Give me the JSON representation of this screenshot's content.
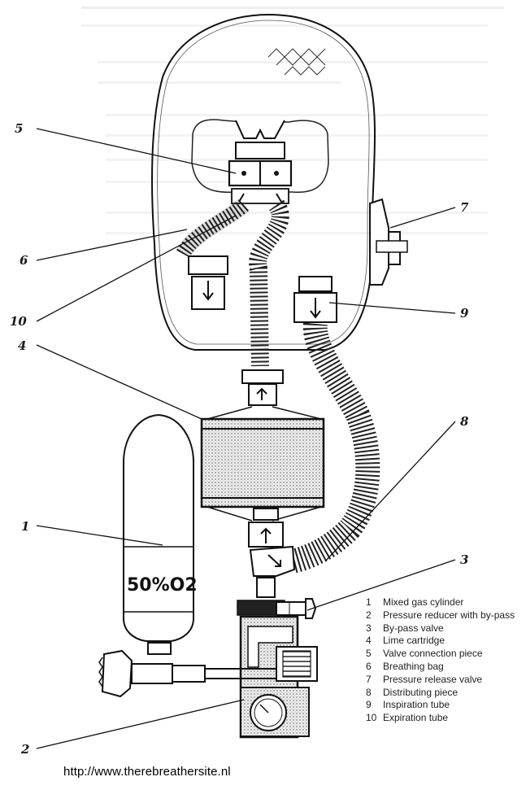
{
  "cylinder_label": "50%O2",
  "callouts": [
    {
      "num": "5"
    },
    {
      "num": "6"
    },
    {
      "num": "10"
    },
    {
      "num": "4"
    },
    {
      "num": "1"
    },
    {
      "num": "2"
    },
    {
      "num": "7"
    },
    {
      "num": "9"
    },
    {
      "num": "8"
    },
    {
      "num": "3"
    }
  ],
  "legend": [
    {
      "num": "1",
      "label": "Mixed gas cylinder"
    },
    {
      "num": "2",
      "label": "Pressure reducer with by-pass"
    },
    {
      "num": "3",
      "label": "By-pass valve"
    },
    {
      "num": "4",
      "label": "Lime cartridge"
    },
    {
      "num": "5",
      "label": "Valve connection piece"
    },
    {
      "num": "6",
      "label": "Breathing bag"
    },
    {
      "num": "7",
      "label": "Pressure release valve"
    },
    {
      "num": "8",
      "label": "Distributing piece"
    },
    {
      "num": "9",
      "label": "Inspiration tube"
    },
    {
      "num": "10",
      "label": "Expiration tube"
    }
  ],
  "footer": {
    "url": "http://www.therebreathersite.nl"
  }
}
